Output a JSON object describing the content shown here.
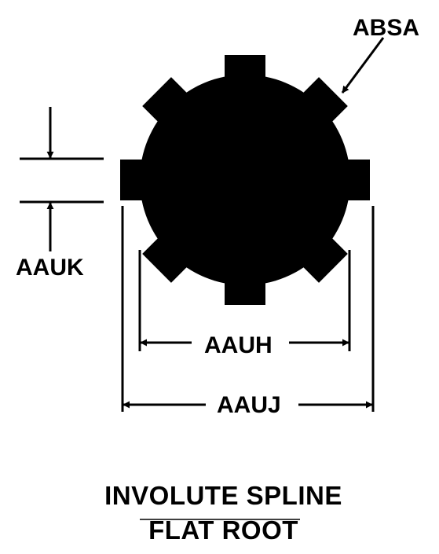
{
  "labels": {
    "absa": "ABSA",
    "aauk": "AAUK",
    "aauh": "AAUH",
    "aauj": "AAUJ"
  },
  "title": {
    "line1": "INVOLUTE SPLINE",
    "line2": "FLAT ROOT"
  },
  "colors": {
    "ink": "#000000",
    "paper": "#ffffff"
  }
}
